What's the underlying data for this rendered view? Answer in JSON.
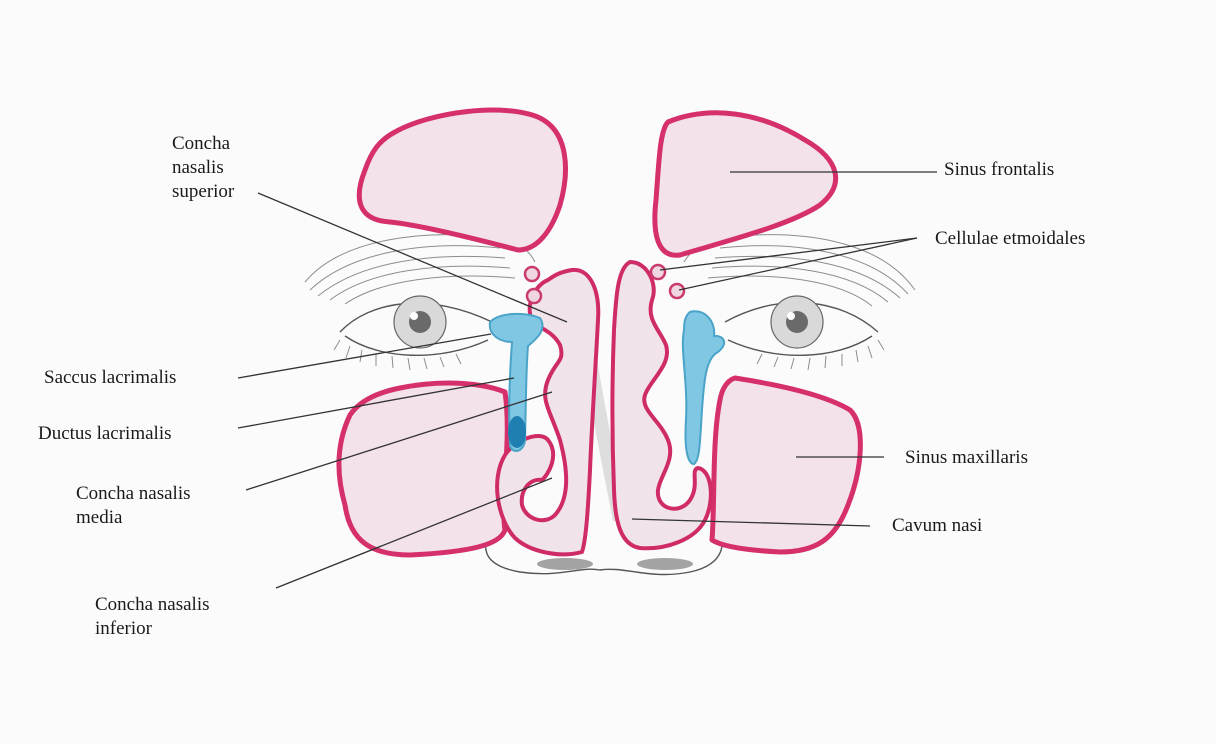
{
  "labels": {
    "concha_superior": [
      "Concha",
      "nasalis",
      "superior"
    ],
    "sinus_frontalis": "Sinus frontalis",
    "cellulae_etmoidales": "Cellulae etmoidales",
    "saccus_lacrimalis": "Saccus lacrimalis",
    "ductus_lacrimalis": "Ductus lacrimalis",
    "concha_media": [
      "Concha nasalis",
      "media"
    ],
    "sinus_maxillaris": "Sinus maxillaris",
    "cavum_nasi": "Cavum nasi",
    "concha_inferior": [
      "Concha nasalis",
      "inferior"
    ]
  },
  "colors": {
    "sinus_outline": "#d6306c",
    "sinus_fill": "#f3e2ea",
    "lacrimal_duct": "#7fc7e2",
    "leader_line": "#333333"
  }
}
